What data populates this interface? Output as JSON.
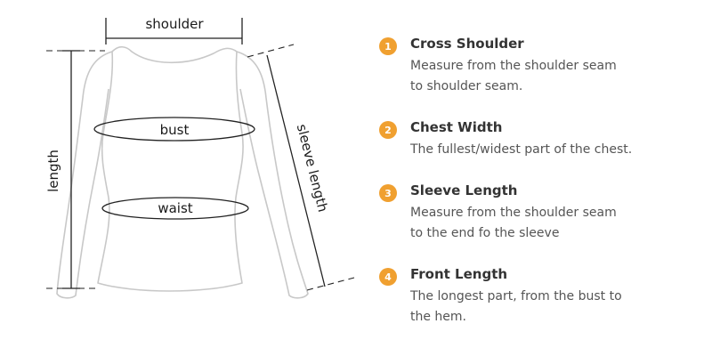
{
  "diagram_labels": {
    "shoulder": "shoulder",
    "bust": "bust",
    "waist": "waist",
    "length": "length",
    "sleeve_length": "sleeve length"
  },
  "steps": [
    {
      "number": "1",
      "title": "Cross Shoulder",
      "lines": [
        "Measure from the shoulder seam",
        "to shoulder seam."
      ]
    },
    {
      "number": "2",
      "title": "Chest Width",
      "lines": [
        "The fullest/widest part of the chest."
      ]
    },
    {
      "number": "3",
      "title": "Sleeve Length",
      "lines": [
        "Measure from the shoulder seam",
        "to the end fo the sleeve"
      ]
    },
    {
      "number": "4",
      "title": "Front Length",
      "lines": [
        "The longest part, from the bust to",
        "the hem."
      ]
    }
  ],
  "colors": {
    "badge": "#f0a030",
    "outline": "#c8c8c8",
    "measure": "#222222"
  }
}
